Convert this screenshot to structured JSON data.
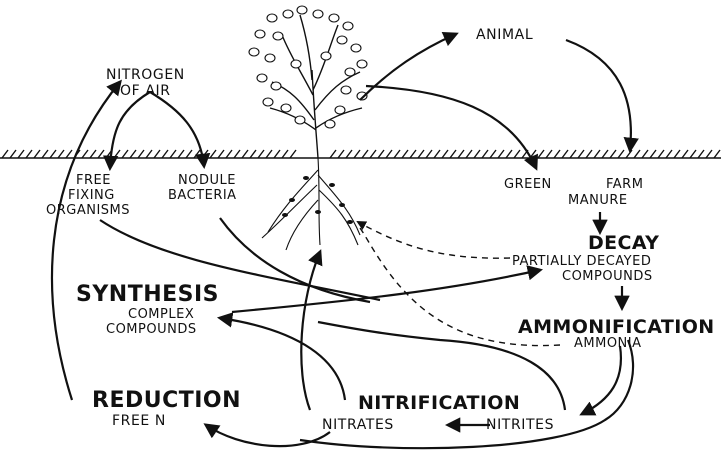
{
  "diagram": {
    "nitrogen_of_air": [
      "NITROGEN",
      "OF AIR"
    ],
    "animal": "ANIMAL",
    "free_fixing": [
      "FREE",
      "FIXING",
      "ORGANISMS"
    ],
    "nodule_bacteria": [
      "NODULE",
      "BACTERIA"
    ],
    "green_manure": [
      "GREEN",
      "FARM",
      "MANURE"
    ],
    "decay": "DECAY",
    "partially_decayed": [
      "PARTIALLY DECAYED",
      "COMPOUNDS"
    ],
    "synthesis": "SYNTHESIS",
    "complex_compounds": [
      "COMPLEX",
      "COMPOUNDS"
    ],
    "ammonification": "AMMONIFICATION",
    "ammonia": "AMMONIA",
    "reduction": "REDUCTION",
    "free_n": "FREE N",
    "nitrification": "NITRIFICATION",
    "nitrates": "NITRATES",
    "nitrites": "NITRITES"
  },
  "colors": {
    "ink": "#111111",
    "background": "#ffffff"
  }
}
